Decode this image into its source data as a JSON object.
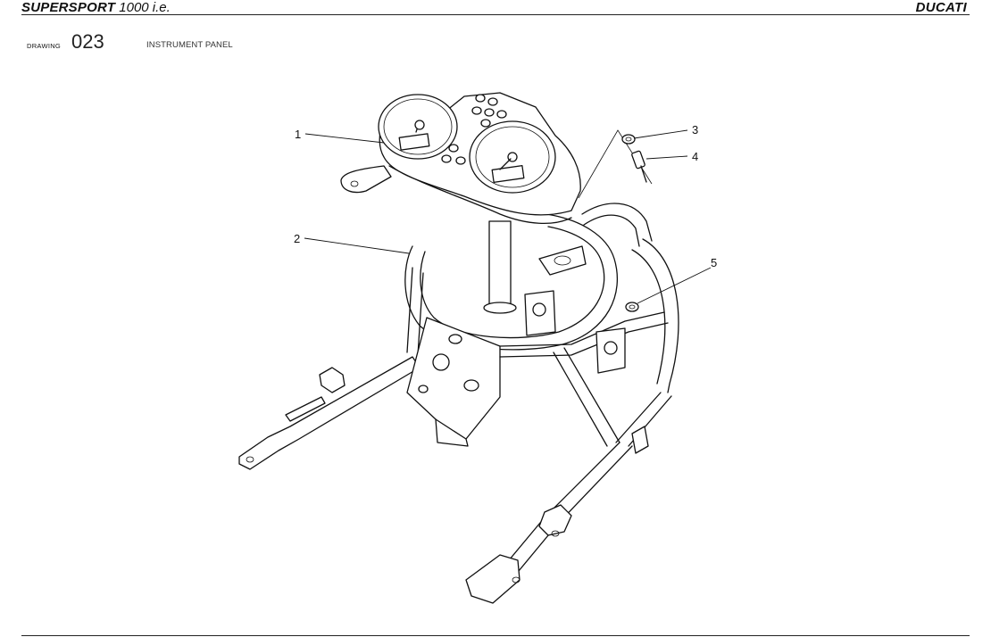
{
  "header": {
    "model_bold": "SUPERSPORT",
    "model_rest": "1000 i.e.",
    "brand": "DUCATI"
  },
  "drawing": {
    "label": "DRAWING",
    "number": "023",
    "title": "INSTRUMENT PANEL"
  },
  "callouts": [
    "1",
    "2",
    "3",
    "4",
    "5"
  ]
}
